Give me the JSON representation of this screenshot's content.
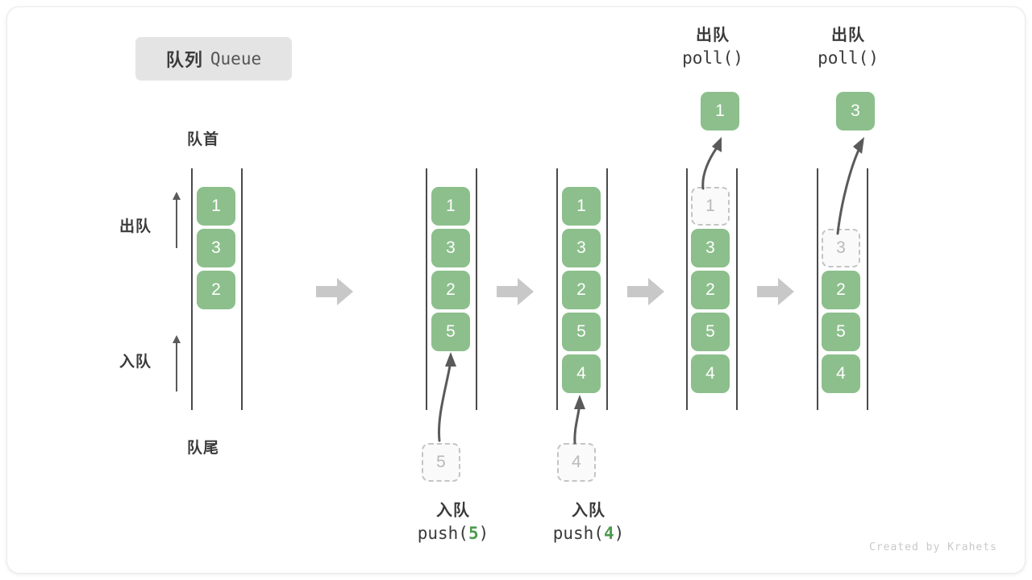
{
  "title": {
    "cn": "队列",
    "en": "Queue"
  },
  "labels": {
    "head": "队首",
    "tail": "队尾",
    "dequeue": "出队",
    "enqueue": "入队"
  },
  "colors": {
    "element_green": "#8cbf8c",
    "ghost_border": "#c4c4c4",
    "ghost_text": "#b9b9b9",
    "rail": "#4a4a4a",
    "flow_arrow": "#c8c8c8",
    "motion_arrow": "#5a5a5a",
    "badge_bg": "#e4e4e4",
    "text": "#3a3a3a",
    "code_accent": "#4e9a4e"
  },
  "operations": {
    "push5": {
      "cn": "入队",
      "fn": "push(",
      "arg": "5",
      "close": ")"
    },
    "push4": {
      "cn": "入队",
      "fn": "push(",
      "arg": "4",
      "close": ")"
    },
    "poll1": {
      "cn": "出队",
      "code": "poll()"
    },
    "poll2": {
      "cn": "出队",
      "code": "poll()"
    }
  },
  "stages": [
    {
      "name": "initial",
      "cells": [
        {
          "value": "1",
          "state": "solid"
        },
        {
          "value": "3",
          "state": "solid"
        },
        {
          "value": "2",
          "state": "solid"
        }
      ]
    },
    {
      "name": "after-push-5",
      "cells": [
        {
          "value": "1",
          "state": "solid"
        },
        {
          "value": "3",
          "state": "solid"
        },
        {
          "value": "2",
          "state": "solid"
        },
        {
          "value": "5",
          "state": "solid"
        }
      ],
      "incoming": {
        "value": "5",
        "state": "ghost"
      }
    },
    {
      "name": "after-push-4",
      "cells": [
        {
          "value": "1",
          "state": "solid"
        },
        {
          "value": "3",
          "state": "solid"
        },
        {
          "value": "2",
          "state": "solid"
        },
        {
          "value": "5",
          "state": "solid"
        },
        {
          "value": "4",
          "state": "solid"
        }
      ],
      "incoming": {
        "value": "4",
        "state": "ghost"
      }
    },
    {
      "name": "after-poll-1",
      "cells": [
        {
          "value": "1",
          "state": "ghost"
        },
        {
          "value": "3",
          "state": "solid"
        },
        {
          "value": "2",
          "state": "solid"
        },
        {
          "value": "5",
          "state": "solid"
        },
        {
          "value": "4",
          "state": "solid"
        }
      ],
      "outgoing": {
        "value": "1",
        "state": "solid"
      }
    },
    {
      "name": "after-poll-3",
      "cells": [
        {
          "value": "3",
          "state": "ghost"
        },
        {
          "value": "2",
          "state": "solid"
        },
        {
          "value": "5",
          "state": "solid"
        },
        {
          "value": "4",
          "state": "solid"
        }
      ],
      "outgoing": {
        "value": "3",
        "state": "solid"
      }
    }
  ],
  "watermark": "Created by Krahets"
}
